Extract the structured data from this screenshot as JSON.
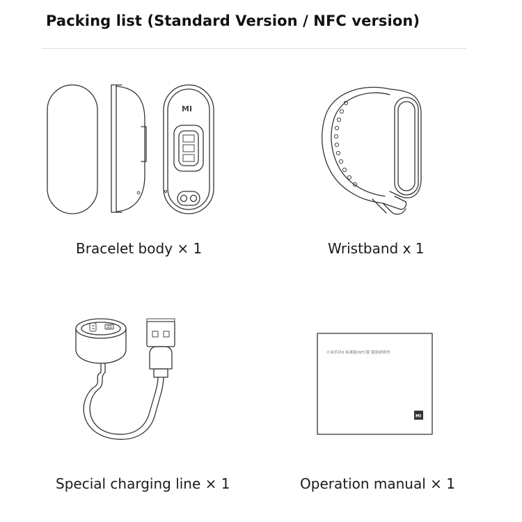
{
  "header": {
    "title": "Packing list (Standard Version / NFC version)"
  },
  "items": [
    {
      "caption": "Bracelet body × 1",
      "icon": "bracelet-body-icon"
    },
    {
      "caption": "Wristband x 1",
      "icon": "wristband-icon"
    },
    {
      "caption": "Special charging line × 1",
      "icon": "charging-cable-icon"
    },
    {
      "caption": "Operation manual × 1",
      "icon": "manual-icon"
    }
  ],
  "bracelet": {
    "logo": "MI"
  },
  "manual": {
    "cover_text": "小米手环6 标准版/NFC版 使用说明书",
    "logo": "MI"
  }
}
